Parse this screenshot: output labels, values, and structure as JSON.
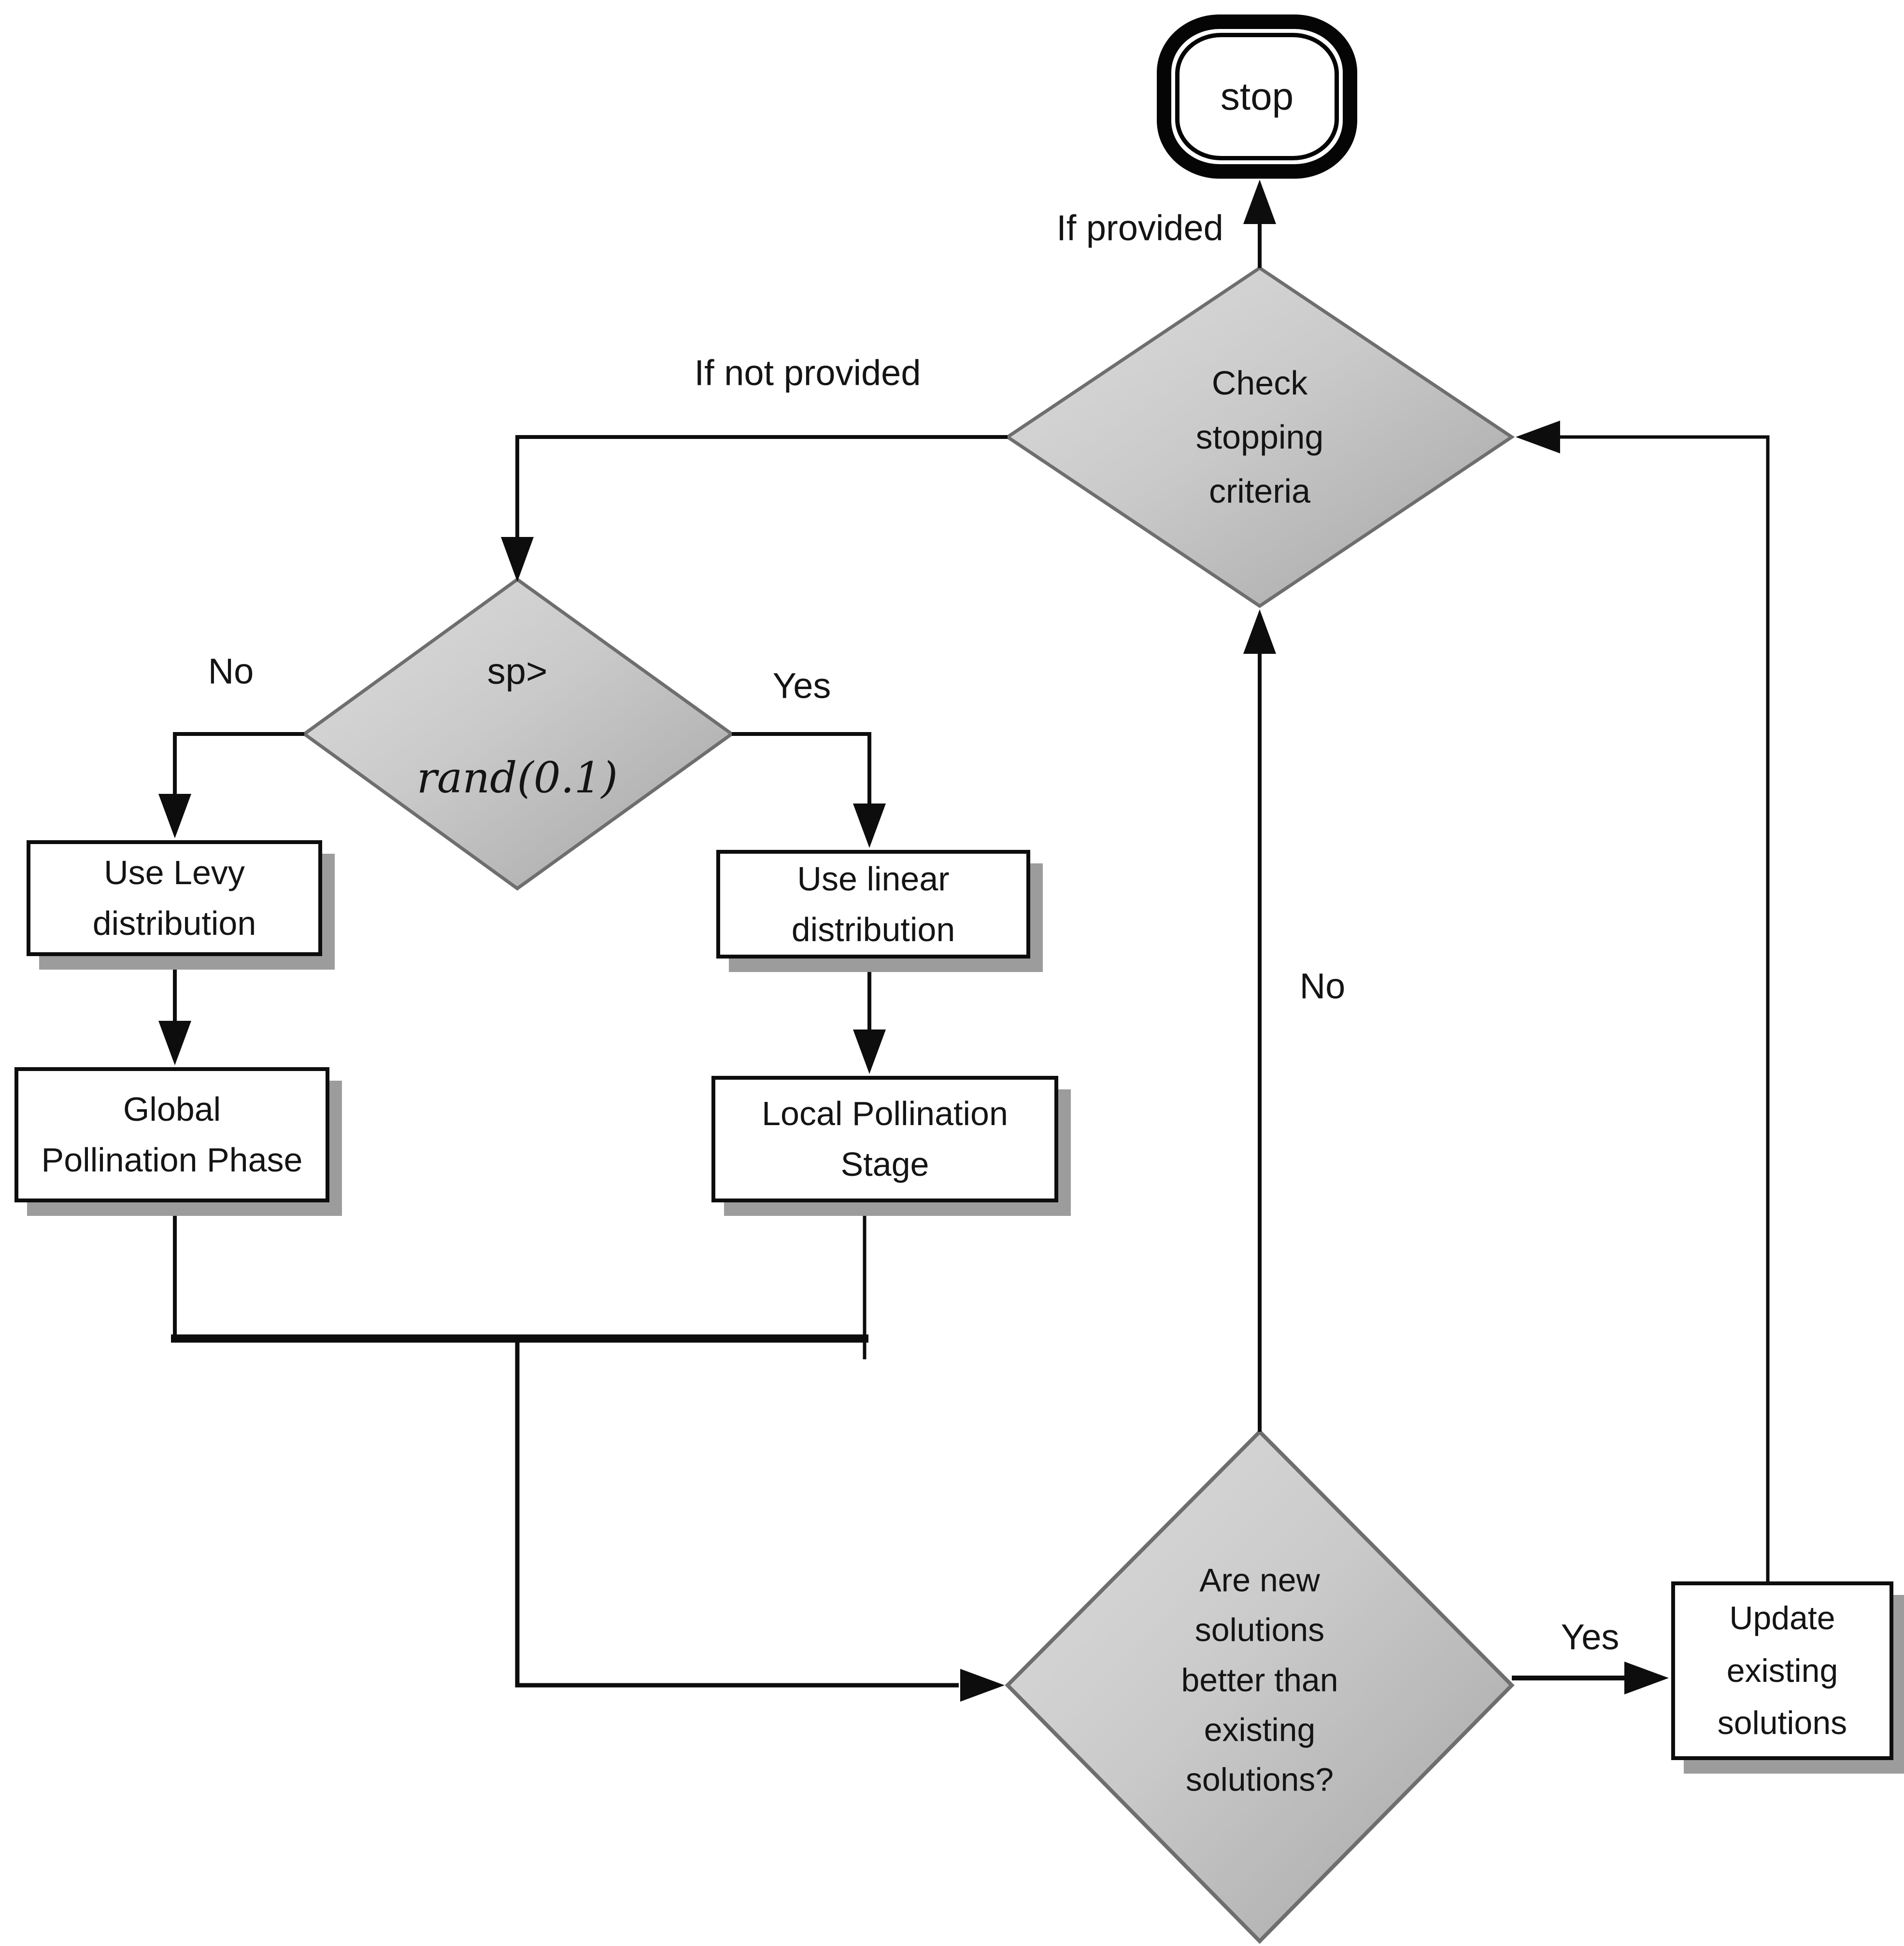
{
  "flowchart": {
    "nodes": {
      "stop": {
        "type": "terminator",
        "label": "stop"
      },
      "check": {
        "type": "decision",
        "label": "Check\nstopping\ncriteria"
      },
      "sp": {
        "type": "decision",
        "line1": "sp>",
        "line2": "rand(0.1)"
      },
      "levy": {
        "type": "process",
        "label": "Use Levy\ndistribution"
      },
      "linear": {
        "type": "process",
        "label": "Use linear\ndistribution"
      },
      "global": {
        "type": "process",
        "label": "Global\nPollination Phase"
      },
      "local": {
        "type": "process",
        "label": "Local Pollination\nStage"
      },
      "better": {
        "type": "decision",
        "label": "Are new\nsolutions\nbetter than\nexisting\nsolutions?"
      },
      "update": {
        "type": "process",
        "label": "Update\nexisting\nsolutions"
      }
    },
    "edge_labels": {
      "if_provided": "If provided",
      "if_not_provided": "If not provided",
      "sp_no": "No",
      "sp_yes": "Yes",
      "loop_no": "No",
      "update_yes": "Yes"
    },
    "edges": [
      {
        "from": "check",
        "to": "stop",
        "label": "If provided"
      },
      {
        "from": "check",
        "to": "sp",
        "label": "If not provided"
      },
      {
        "from": "sp",
        "to": "levy",
        "label": "No"
      },
      {
        "from": "sp",
        "to": "linear",
        "label": "Yes"
      },
      {
        "from": "levy",
        "to": "global",
        "label": ""
      },
      {
        "from": "linear",
        "to": "local",
        "label": ""
      },
      {
        "from": "global",
        "to": "better",
        "label": ""
      },
      {
        "from": "local",
        "to": "better",
        "label": ""
      },
      {
        "from": "better",
        "to": "check",
        "label": "No"
      },
      {
        "from": "better",
        "to": "update",
        "label": "Yes"
      },
      {
        "from": "update",
        "to": "check",
        "label": ""
      }
    ],
    "colors": {
      "background": "#ffffff",
      "line": "#0d0d0d",
      "decision_fill_light": "#dedede",
      "decision_fill_dark": "#a5a5a5",
      "decision_border": "#6e6e6e",
      "box_border": "#0d0d0d",
      "box_shadow": "#9c9c9c",
      "text": "#141414"
    }
  }
}
